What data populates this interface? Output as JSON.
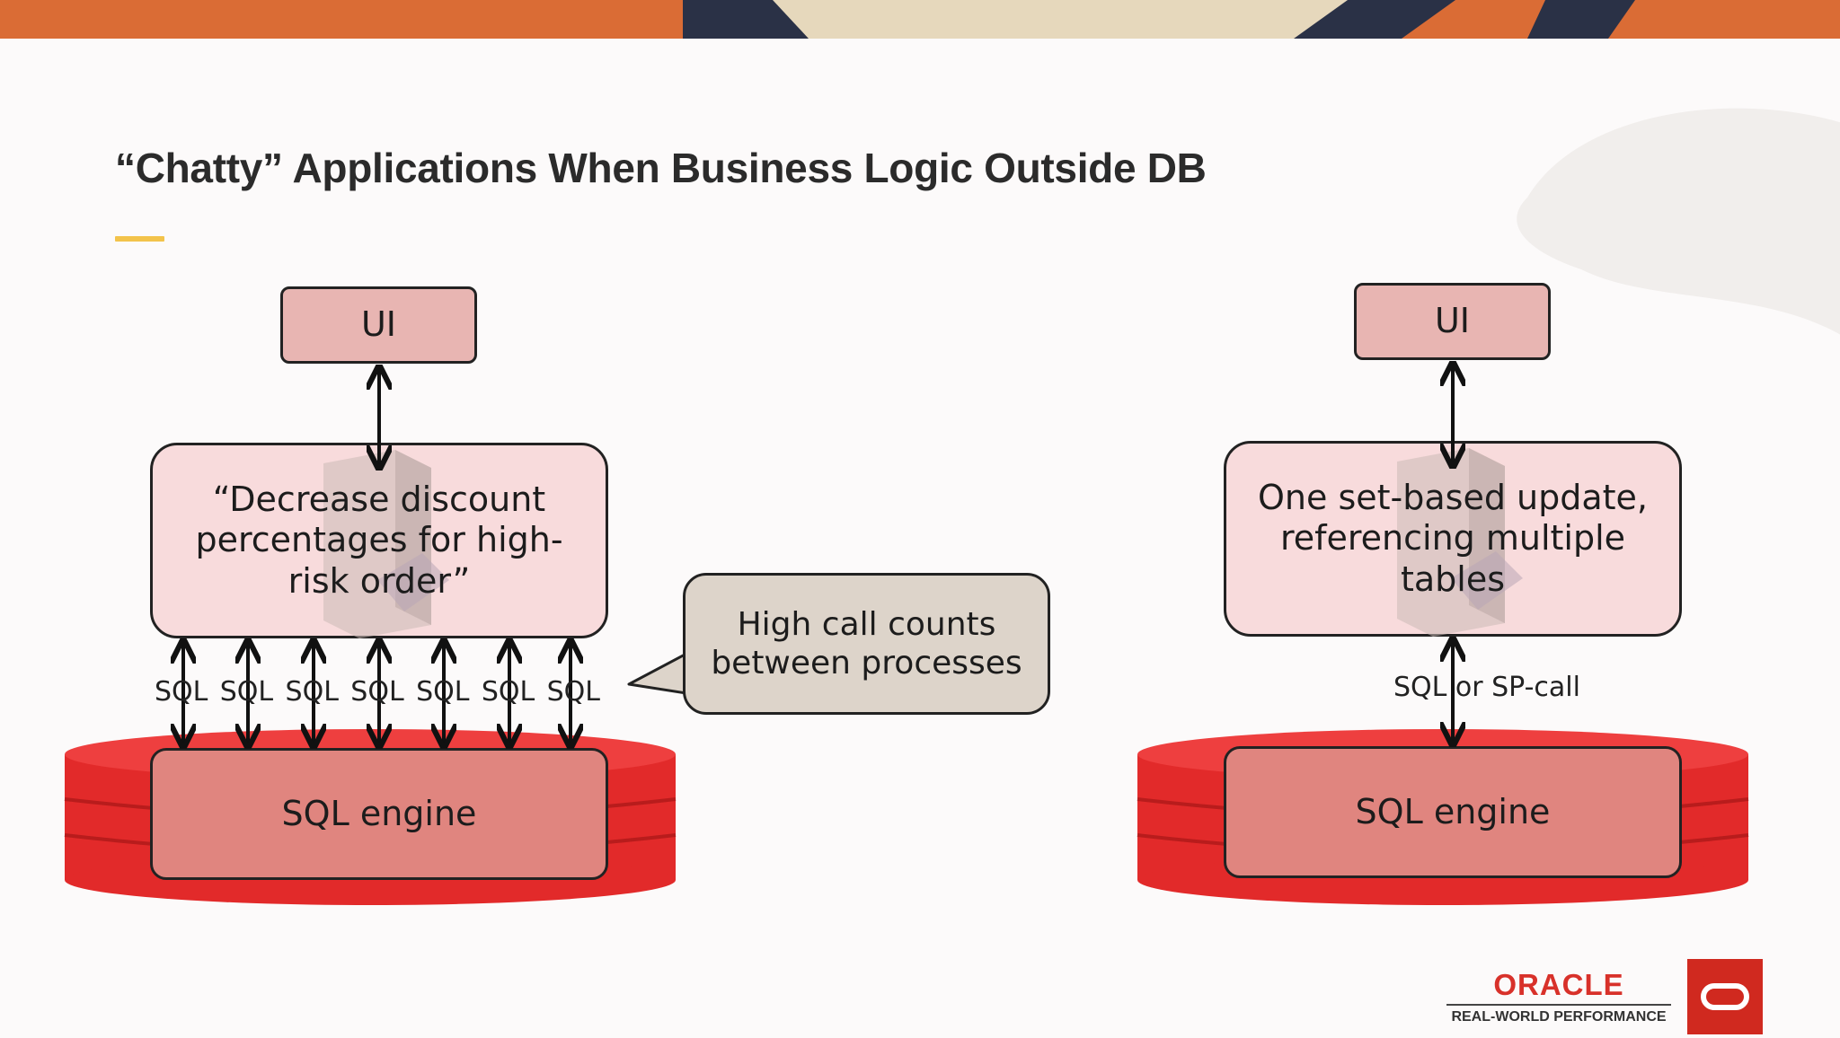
{
  "slide": {
    "title": "“Chatty” Applications When Business Logic Outside DB"
  },
  "left": {
    "ui": "UI",
    "logic": "“Decrease discount percentages for high-risk order”",
    "engine": "SQL engine",
    "sql_labels": [
      "SQL",
      "SQL",
      "SQL",
      "SQL",
      "SQL",
      "SQL",
      "SQL"
    ]
  },
  "callout": {
    "text": "High call counts between processes"
  },
  "right": {
    "ui": "UI",
    "logic": "One set-based update, referencing multiple tables",
    "engine": "SQL engine",
    "link_label": "SQL or SP-call"
  },
  "logo": {
    "brand": "ORACLE",
    "tagline": "REAL-WORLD PERFORMANCE"
  },
  "icons": [
    "server-icon",
    "database-cylinder-icon",
    "oracle-logo-icon"
  ],
  "colors": {
    "accent": "#f3c34b",
    "ui_fill": "#e8b5b2",
    "engine_fill": "#e0857f",
    "database_red": "#e22a2a",
    "callout_fill": "#ddd4ca",
    "oracle_red": "#d0291f"
  }
}
